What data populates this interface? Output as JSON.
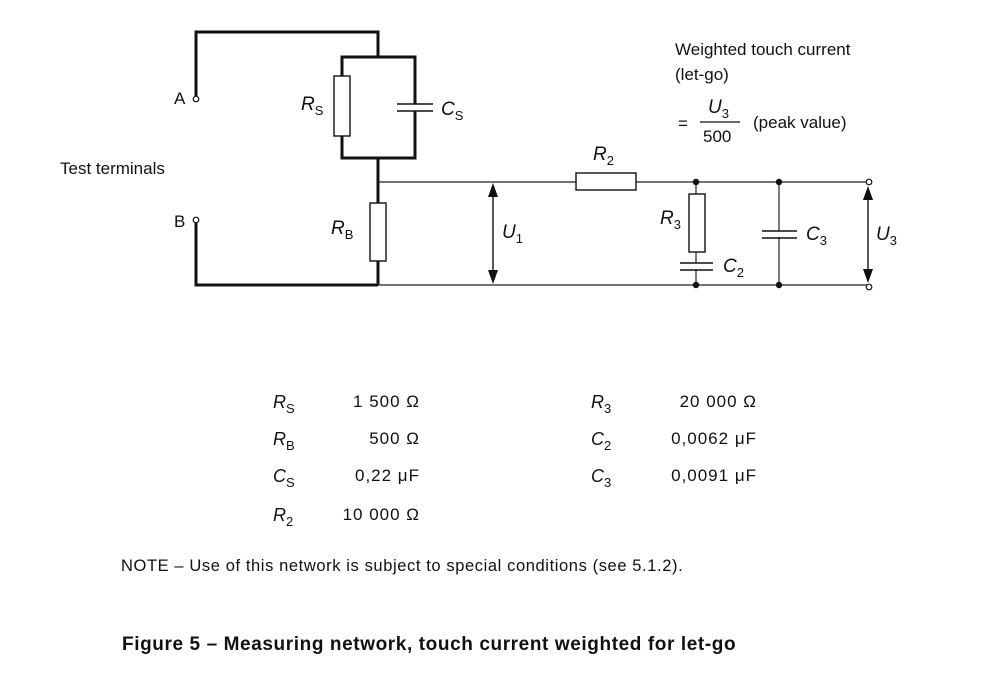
{
  "diagram": {
    "terminal_a": "A",
    "terminal_b": "B",
    "test_terminals": "Test terminals",
    "weighted_line1": "Weighted touch current",
    "weighted_line2": "(let-go)",
    "equals": "=",
    "numerator": "U",
    "numerator_sub": "3",
    "denominator": "500",
    "peak": "(peak value)",
    "rs": {
      "sym": "R",
      "sub": "S"
    },
    "cs": {
      "sym": "C",
      "sub": "S"
    },
    "rb": {
      "sym": "R",
      "sub": "B"
    },
    "r2": {
      "sym": "R",
      "sub": "2"
    },
    "r3": {
      "sym": "R",
      "sub": "3"
    },
    "c2": {
      "sym": "C",
      "sub": "2"
    },
    "c3": {
      "sym": "C",
      "sub": "3"
    },
    "u1": {
      "sym": "U",
      "sub": "1"
    },
    "u3": {
      "sym": "U",
      "sub": "3"
    }
  },
  "values": {
    "left": [
      {
        "sym": "R",
        "sub": "S",
        "value": "1 500 Ω"
      },
      {
        "sym": "R",
        "sub": "B",
        "value": "500 Ω"
      },
      {
        "sym": "C",
        "sub": "S",
        "value": "0,22 μF"
      },
      {
        "sym": "R",
        "sub": "2",
        "value": "10 000 Ω"
      }
    ],
    "right": [
      {
        "sym": "R",
        "sub": "3",
        "value": "20 000 Ω"
      },
      {
        "sym": "C",
        "sub": "2",
        "value": "0,0062 μF"
      },
      {
        "sym": "C",
        "sub": "3",
        "value": "0,0091 μF"
      }
    ]
  },
  "note": "NOTE – Use of this network is subject to special conditions (see 5.1.2).",
  "caption": "Figure 5 – Measuring network, touch current weighted for let-go"
}
